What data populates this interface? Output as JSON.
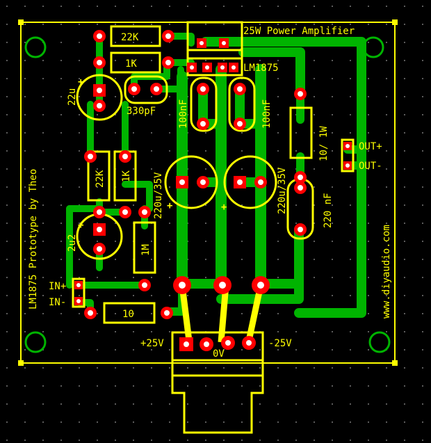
{
  "board": {
    "title": "25W Power Amplifier",
    "ic_label": "LM1875",
    "credit": "LM1875 Prototype by Theo",
    "website": "www.diyaudio.com"
  },
  "components": {
    "r1": "22K",
    "r2": "1K",
    "r3": "22K",
    "r4": "1K",
    "r5": "1M",
    "r6": "10",
    "r7": "10/ 1W",
    "c1": "22u",
    "c2": "330pF",
    "c3": "100nF",
    "c4": "100nF",
    "c5": "220u/35V",
    "c6": "220u/35V",
    "c7": "2u2",
    "c8": "220 nF"
  },
  "connectors": {
    "in_plus": "IN+",
    "in_minus": "IN-",
    "out_plus": "OUT+",
    "out_minus": "OUT-",
    "vpos": "+25V",
    "gnd": "0V",
    "vneg": "-25V"
  },
  "colors": {
    "background": "#000000",
    "silkscreen": "#ffff00",
    "copper": "#00b400",
    "pad": "#ff0000",
    "grid": "#7a7a7a"
  }
}
